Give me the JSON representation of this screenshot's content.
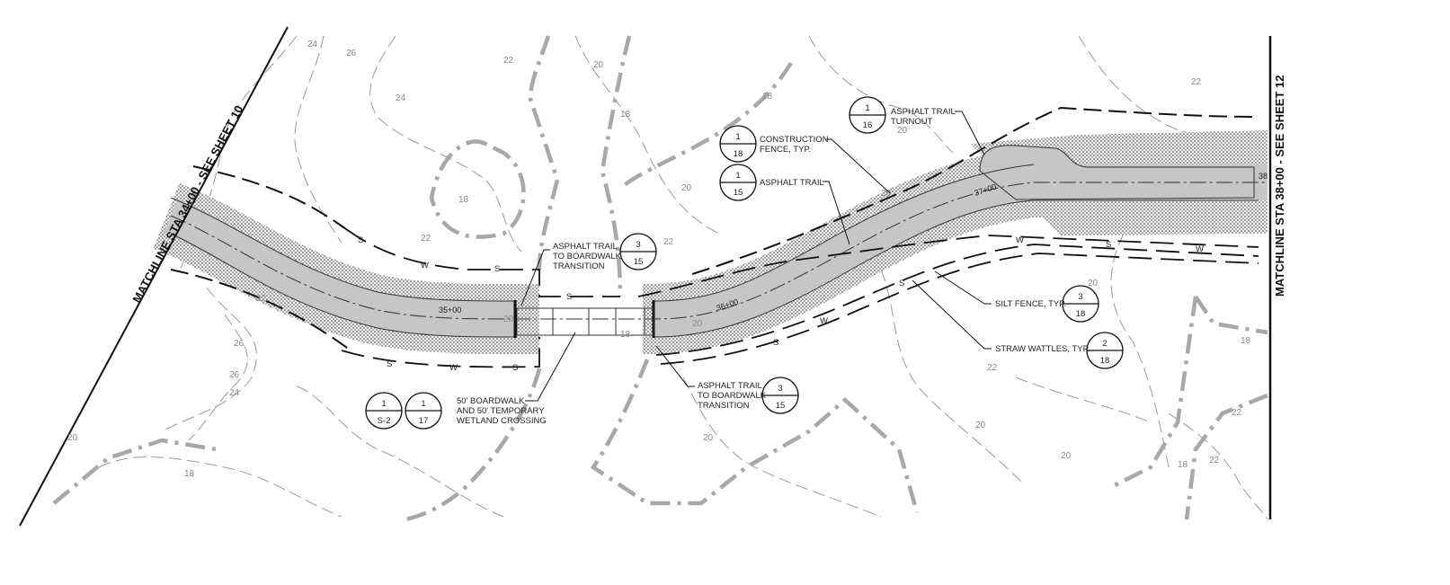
{
  "matchlines": {
    "left": "MATCHLINE STA 34+00 - SEE SHEET 10",
    "right": "MATCHLINE STA 38+00 - SEE SHEET 12"
  },
  "callouts": [
    {
      "text": [
        "ASPHALT TRAIL",
        "TURNOUT"
      ],
      "detail": "1",
      "sheet": "16"
    },
    {
      "text": [
        "CONSTRUCTION",
        "FENCE, TYP."
      ],
      "detail": "1",
      "sheet": "18"
    },
    {
      "text": [
        "ASPHALT TRAIL"
      ],
      "detail": "1",
      "sheet": "15"
    },
    {
      "text": [
        "ASPHALT TRAIL",
        "TO BOARDWALK",
        "TRANSITION"
      ],
      "detail": "3",
      "sheet": "15"
    },
    {
      "text": [
        "SILT FENCE, TYP."
      ],
      "detail": "3",
      "sheet": "18"
    },
    {
      "text": [
        "STRAW WATTLES, TYP."
      ],
      "detail": "2",
      "sheet": "18"
    },
    {
      "text": [
        "50' BOARDWALK",
        "AND 50' TEMPORARY",
        "WETLAND CROSSING"
      ],
      "detail": "1",
      "sheet": "S-2",
      "detail2": "1",
      "sheet2": "17"
    },
    {
      "text": [
        "ASPHALT TRAIL",
        "TO BOARDWALK",
        "TRANSITION"
      ],
      "detail": "3",
      "sheet": "15"
    }
  ],
  "stations": [
    "35+00",
    "36+00",
    "37+00",
    "38"
  ],
  "contour_labels": [
    "24",
    "26",
    "24",
    "22",
    "20",
    "18",
    "18",
    "18",
    "20",
    "22",
    "20",
    "22",
    "22",
    "20",
    "18",
    "20",
    "22",
    "26",
    "26",
    "24",
    "20",
    "18",
    "22",
    "20",
    "20",
    "18",
    "20",
    "22",
    "18",
    "22",
    "20",
    "20"
  ],
  "fence_marks": {
    "silt": "S",
    "wattle": "W"
  }
}
